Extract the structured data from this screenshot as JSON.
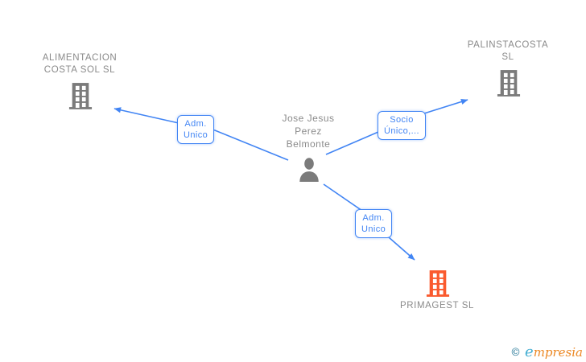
{
  "colors": {
    "edge_blue": "#4285F4",
    "node_gray_icon": "#7b7b7b",
    "node_gray_text": "#8a8a8a",
    "primagest_orange": "#fa5a2e",
    "logo_teal": "#44aed2",
    "logo_copyright_teal": "#1d7293",
    "logo_orange": "#ec8722"
  },
  "person": {
    "lines": [
      "Jose Jesus",
      "Perez",
      "Belmonte"
    ]
  },
  "companies": {
    "alimentacion": {
      "lines": [
        "ALIMENTACION",
        "COSTA SOL SL"
      ]
    },
    "palinstacosta": {
      "lines": [
        "PALINSTACOSTA",
        "SL"
      ]
    },
    "primagest": {
      "lines": [
        "PRIMAGEST SL"
      ]
    }
  },
  "edge_labels": {
    "adm_unico_left": {
      "lines": [
        "Adm.",
        "Unico"
      ]
    },
    "socio_unico_right": {
      "lines": [
        "Socio",
        "Único,..."
      ]
    },
    "adm_unico_bottom": {
      "lines": [
        "Adm.",
        "Unico"
      ]
    }
  },
  "footer": {
    "copyright_symbol": "©",
    "brand_first_letter": "e",
    "brand_rest": "mpresia"
  }
}
